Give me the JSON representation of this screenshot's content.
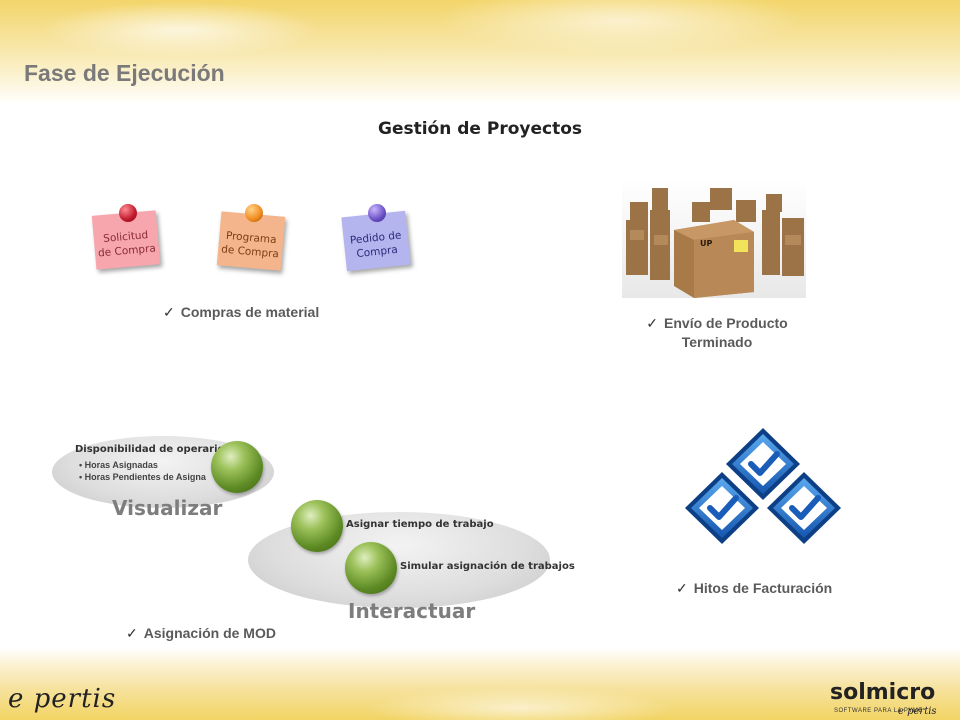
{
  "slide": {
    "title": "Fase de Ejecución",
    "subtitle": "Gestión de Proyectos"
  },
  "purchases": {
    "notes": [
      {
        "label": "Solicitud de Compra",
        "note_color": "#f7a6ad",
        "pin_color": "#c0192c"
      },
      {
        "label": "Programa de Compra",
        "note_color": "#f5b58c",
        "pin_color": "#f08a1c"
      },
      {
        "label": "Pedido de Compra",
        "note_color": "#b4b4ef",
        "pin_color": "#6a4fc4"
      }
    ],
    "caption": "Compras de material"
  },
  "shipping": {
    "caption_line1": "Envío de Producto",
    "caption_line2": "Terminado",
    "box_label": "UP"
  },
  "mod": {
    "availability_title": "Disponibilidad de operarios",
    "availability_items": [
      "Horas Asignadas",
      "Horas Pendientes de Asigna"
    ],
    "visualize_label": "Visualizar",
    "assign_time": "Asignar tiempo de trabajo",
    "simulate": "Simular asignación de trabajos",
    "interact_label": "Interactuar",
    "caption": "Asignación de MOD"
  },
  "billing": {
    "caption": "Hitos de Facturación"
  },
  "footer": {
    "left_logo": "e pertis",
    "right_logo": "solmicro",
    "right_tagline": "SOFTWARE PARA LA PYME",
    "right_brand": "e pertis"
  },
  "check_mark": "✓"
}
